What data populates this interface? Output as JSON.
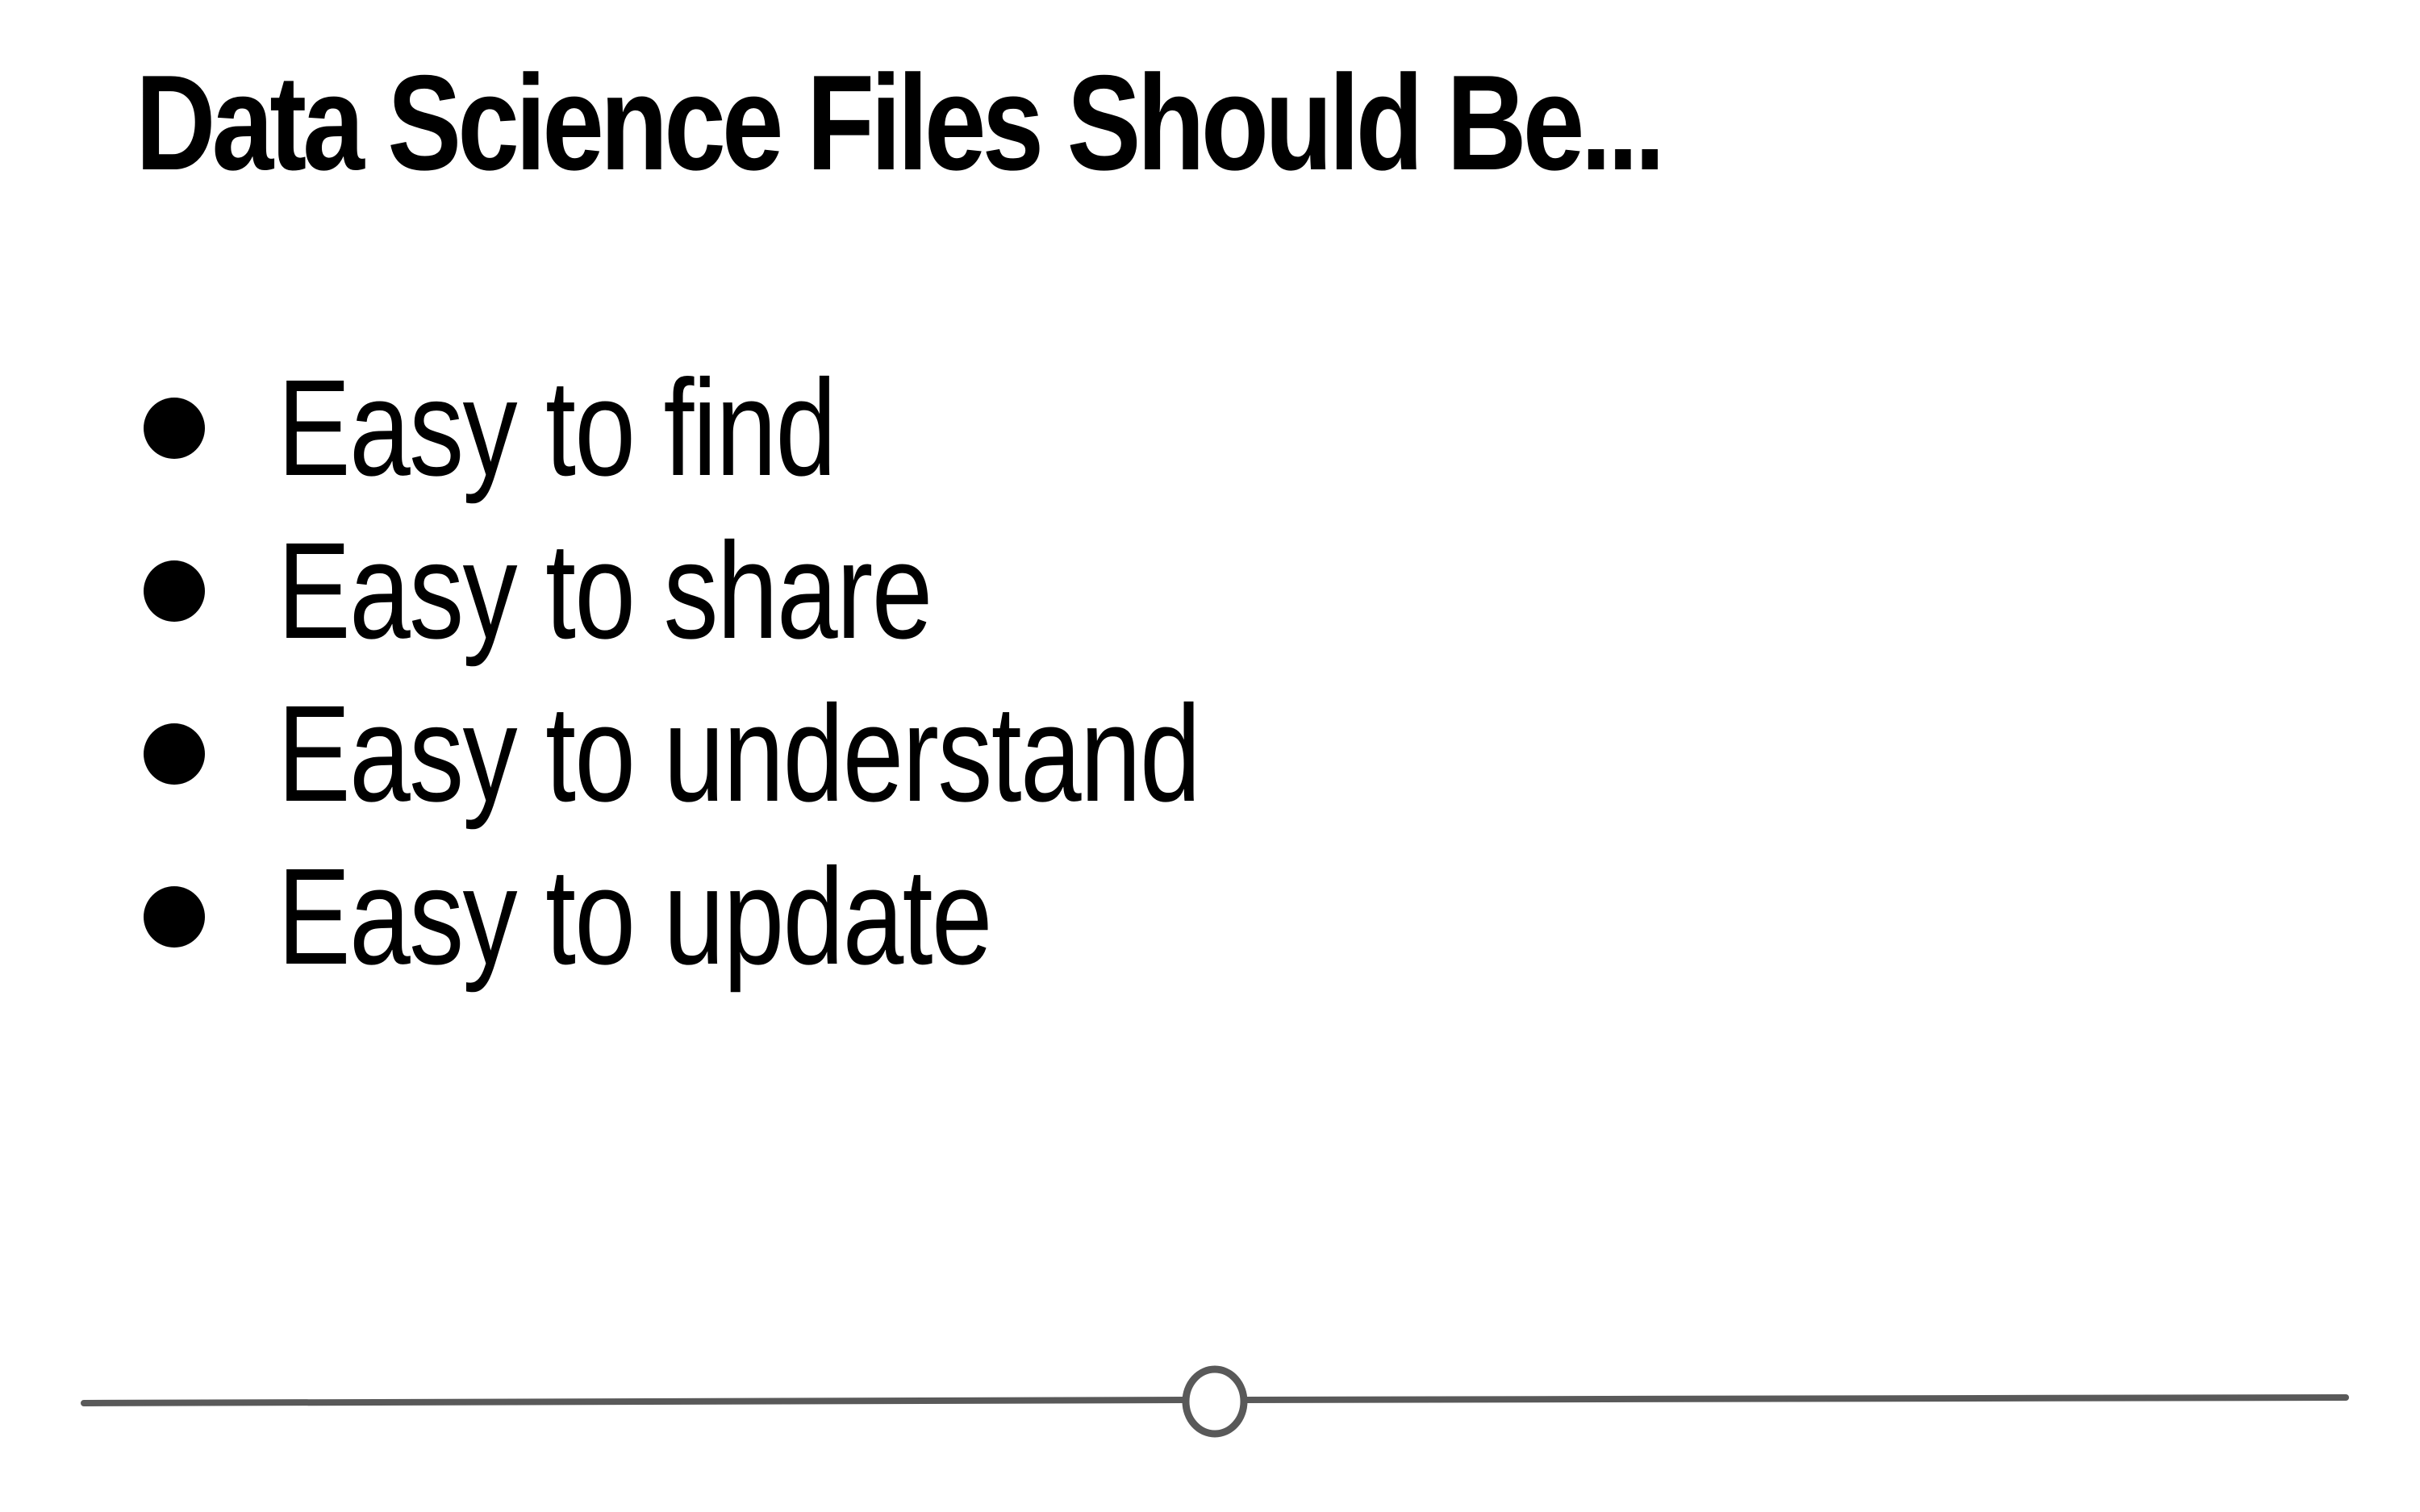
{
  "slide": {
    "title": "Data Science Files Should Be...",
    "bullets": [
      {
        "label": "Easy to find"
      },
      {
        "label": "Easy to share"
      },
      {
        "label": "Easy to understand"
      },
      {
        "label": "Easy to update"
      }
    ]
  },
  "progress": {
    "value": 0.5
  },
  "colors": {
    "text": "#000000",
    "background": "#ffffff",
    "timeline": "#595959"
  }
}
